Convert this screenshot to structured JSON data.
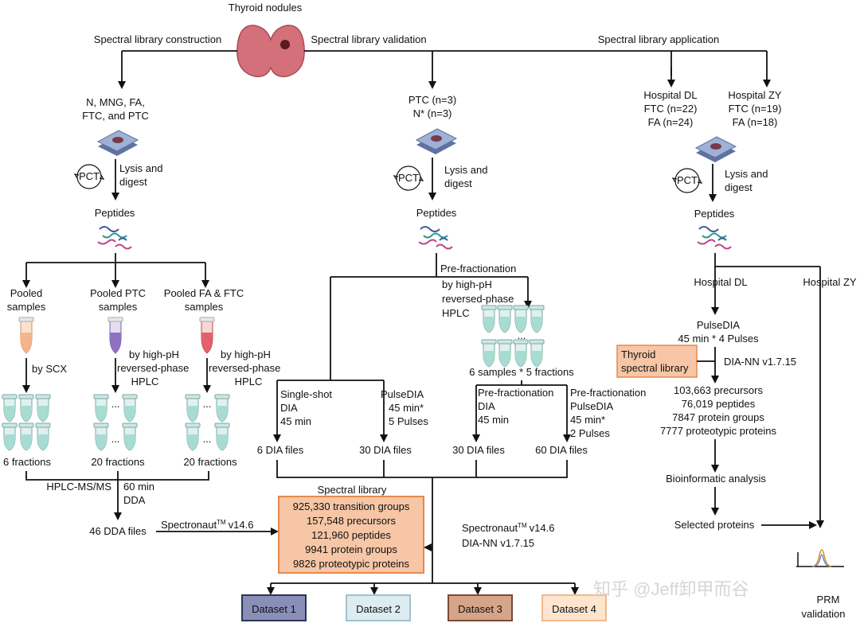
{
  "top": {
    "title": "Thyroid nodules",
    "branch_construction": "Spectral library construction",
    "branch_validation": "Spectral library validation",
    "branch_application": "Spectral library application"
  },
  "construction": {
    "groups": [
      "N, MNG, FA,",
      "FTC, and PTC"
    ],
    "pct": "PCT",
    "lysis": [
      "Lysis and",
      "digest"
    ],
    "peptides": "Peptides",
    "pooled_1": [
      "Pooled",
      "samples"
    ],
    "pooled_2": [
      "Pooled PTC",
      "samples"
    ],
    "pooled_3": [
      "Pooled FA & FTC",
      "samples"
    ],
    "by_scx": "by SCX",
    "by_hph_1": [
      "by high-pH",
      "reversed-phase",
      "HPLC"
    ],
    "by_hph_2": [
      "by high-pH",
      "reversed-phase",
      "HPLC"
    ],
    "dots": "...",
    "fractions_1": "6 fractions",
    "fractions_2": "20 fractions",
    "fractions_3": "20 fractions",
    "ms_left": "HPLC-MS/MS",
    "ms_right": [
      "60 min",
      "DDA"
    ],
    "dda_files": "46 DDA files",
    "spectronaut": "Spectronaut",
    "tm": "TM",
    "spectronaut_ver": "v14.6"
  },
  "validation": {
    "groups": [
      "PTC (n=3)",
      "N* (n=3)"
    ],
    "pct": "PCT",
    "lysis": [
      "Lysis and",
      "digest"
    ],
    "peptides": "Peptides",
    "prefrac": [
      "Pre-fractionation",
      "by high-pH",
      "reversed-phase",
      "HPLC"
    ],
    "dots": "...",
    "samples_fractions": "6 samples * 5 fractions",
    "single_shot": [
      "Single-shot",
      "DIA",
      "45 min"
    ],
    "pulse_dia": [
      "PulseDIA",
      "45 min*",
      "5 Pulses"
    ],
    "prefrac_dia": [
      "Pre-fractionation",
      "DIA",
      "45 min"
    ],
    "prefrac_pulse": [
      "Pre-fractionation",
      "PulseDIA",
      "45 min*",
      "2 Pulses"
    ],
    "files_1": "6 DIA files",
    "files_2": "30 DIA files",
    "files_3": "30 DIA files",
    "files_4": "60 DIA files"
  },
  "library": {
    "title": "Spectral library",
    "lines": [
      "925,330 transition groups",
      "157,548 precursors",
      "121,960 peptides",
      "9941 protein groups",
      "9826 proteotypic proteins"
    ],
    "software_1": "Spectronaut",
    "software_1_tm": "TM",
    "software_1_ver": "v14.6",
    "software_2": "DIA-NN v1.7.15"
  },
  "datasets": {
    "items": [
      {
        "label": "Dataset 1",
        "fill": "#8a8fb8",
        "stroke": "#2e3456"
      },
      {
        "label": "Dataset 2",
        "fill": "#dcecf0",
        "stroke": "#9fc3cc"
      },
      {
        "label": "Dataset 3",
        "fill": "#d6a488",
        "stroke": "#7a4a34"
      },
      {
        "label": "Dataset 4",
        "fill": "#fde5cf",
        "stroke": "#f3b88a"
      }
    ]
  },
  "application": {
    "hospital_dl": [
      "Hospital DL",
      "FTC (n=22)",
      "FA (n=24)"
    ],
    "hospital_zy": [
      "Hospital ZY",
      "FTC (n=19)",
      "FA (n=18)"
    ],
    "pct": "PCT",
    "lysis": [
      "Lysis and",
      "digest"
    ],
    "peptides": "Peptides",
    "branch_dl": "Hospital DL",
    "branch_zy": "Hospital ZY",
    "pulsedia": [
      "PulseDIA",
      "45 min * 4 Pulses"
    ],
    "thyroid_lib": [
      "Thyroid",
      "spectral library"
    ],
    "dia_nn": "DIA-NN v1.7.15",
    "results": [
      "103,663 precursors",
      "76,019 peptides",
      "7847 protein groups",
      "7777 proteotypic proteins"
    ],
    "bioinformatic": "Bioinformatic analysis",
    "selected": "Selected proteins",
    "prm": [
      "PRM",
      "validation"
    ]
  },
  "watermark": "知乎 @Jeff卸甲而谷",
  "colors": {
    "library_fill": "#f6c6a6",
    "library_stroke": "#e58a4c",
    "tube_scx": "#f6b48c",
    "tube_ptc": "#8e72c0",
    "tube_fa": "#e2616c",
    "tube_fraction": "#a8dcd2",
    "slide": "#7f94be",
    "tissue": "#7a3a4a",
    "thyroid": "#d4707a"
  }
}
